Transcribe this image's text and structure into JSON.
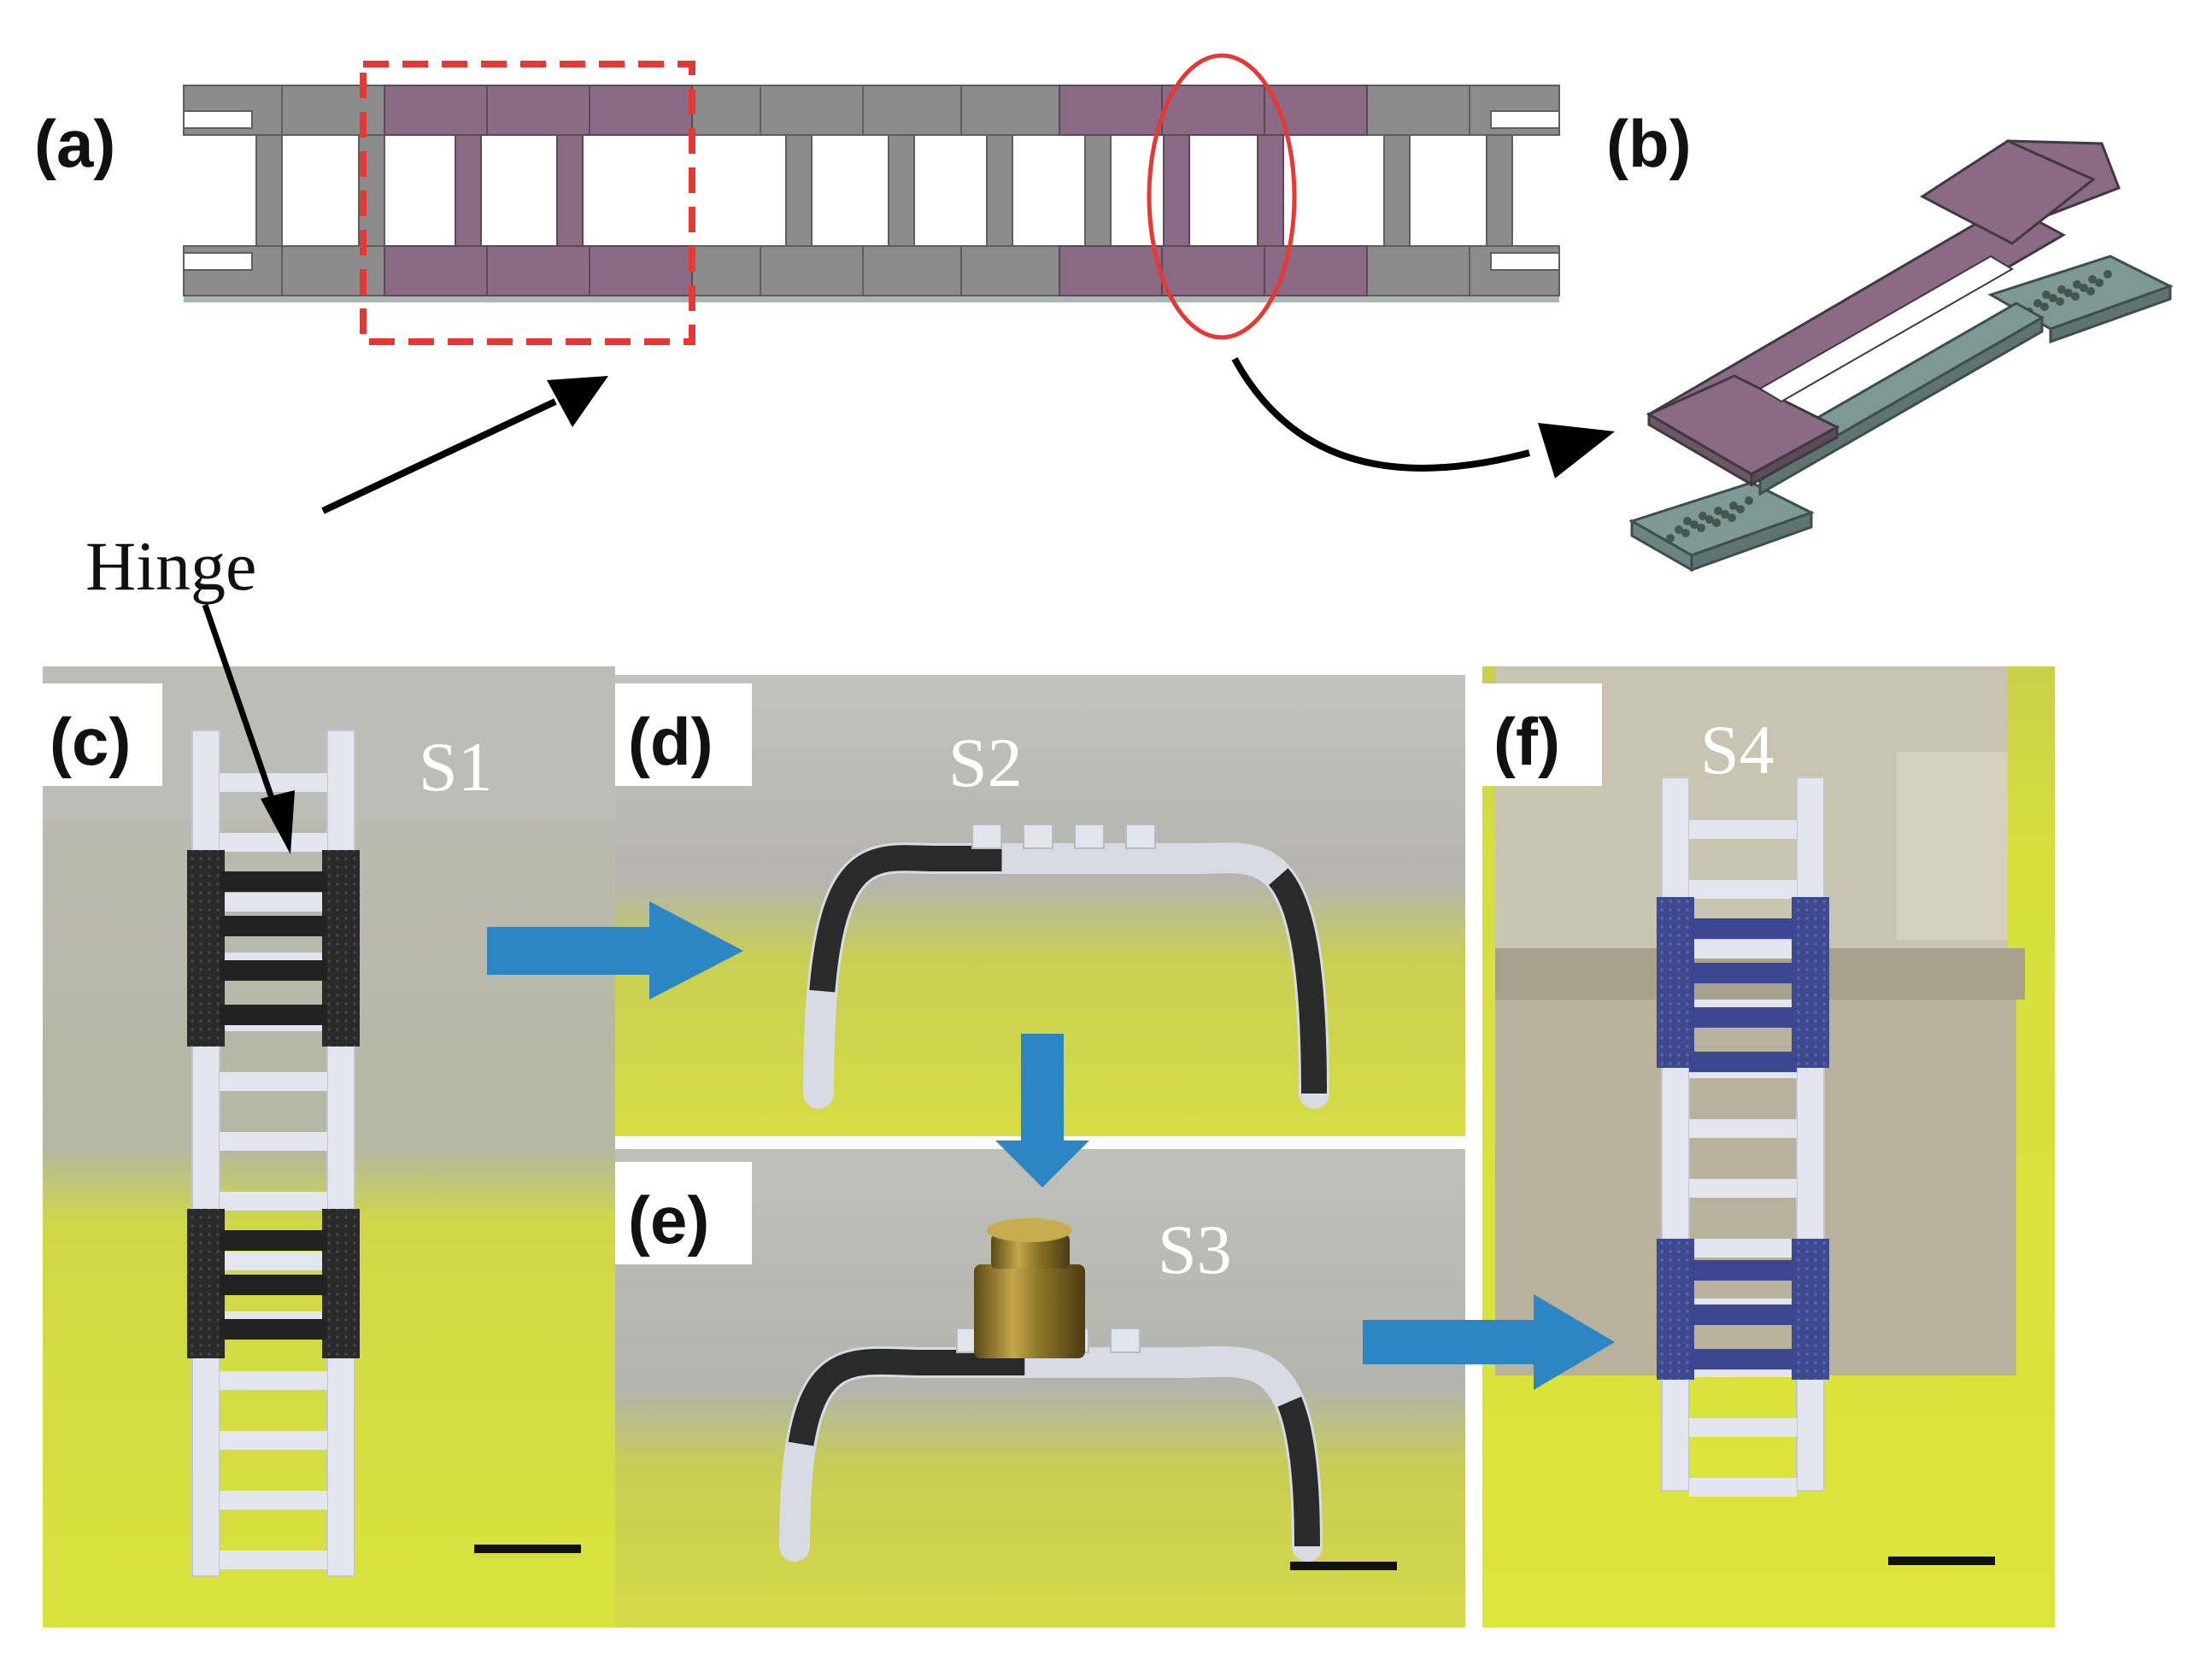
{
  "figure": {
    "panels": {
      "a": "(a)",
      "b": "(b)",
      "c": "(c)",
      "d": "(d)",
      "e": "(e)",
      "f": "(f)"
    },
    "annotations": {
      "hinge": "Hinge"
    },
    "states": {
      "s1": "S1",
      "s2": "S2",
      "s3": "S3",
      "s4": "S4"
    }
  },
  "colors": {
    "structure_gray": "#8c8c8c",
    "hinge_purple": "#8a6a84",
    "base_teal": "#7e9896",
    "highlight_red": "#e53935",
    "arrow_blue": "#2c86c4",
    "photo_yellow": "#d8e23a",
    "photo_gray": "#b9b9b2",
    "ladder_white": "#e4e6ef",
    "segment_black": "#2a2a2a",
    "segment_blue": "#3d4a8f"
  }
}
